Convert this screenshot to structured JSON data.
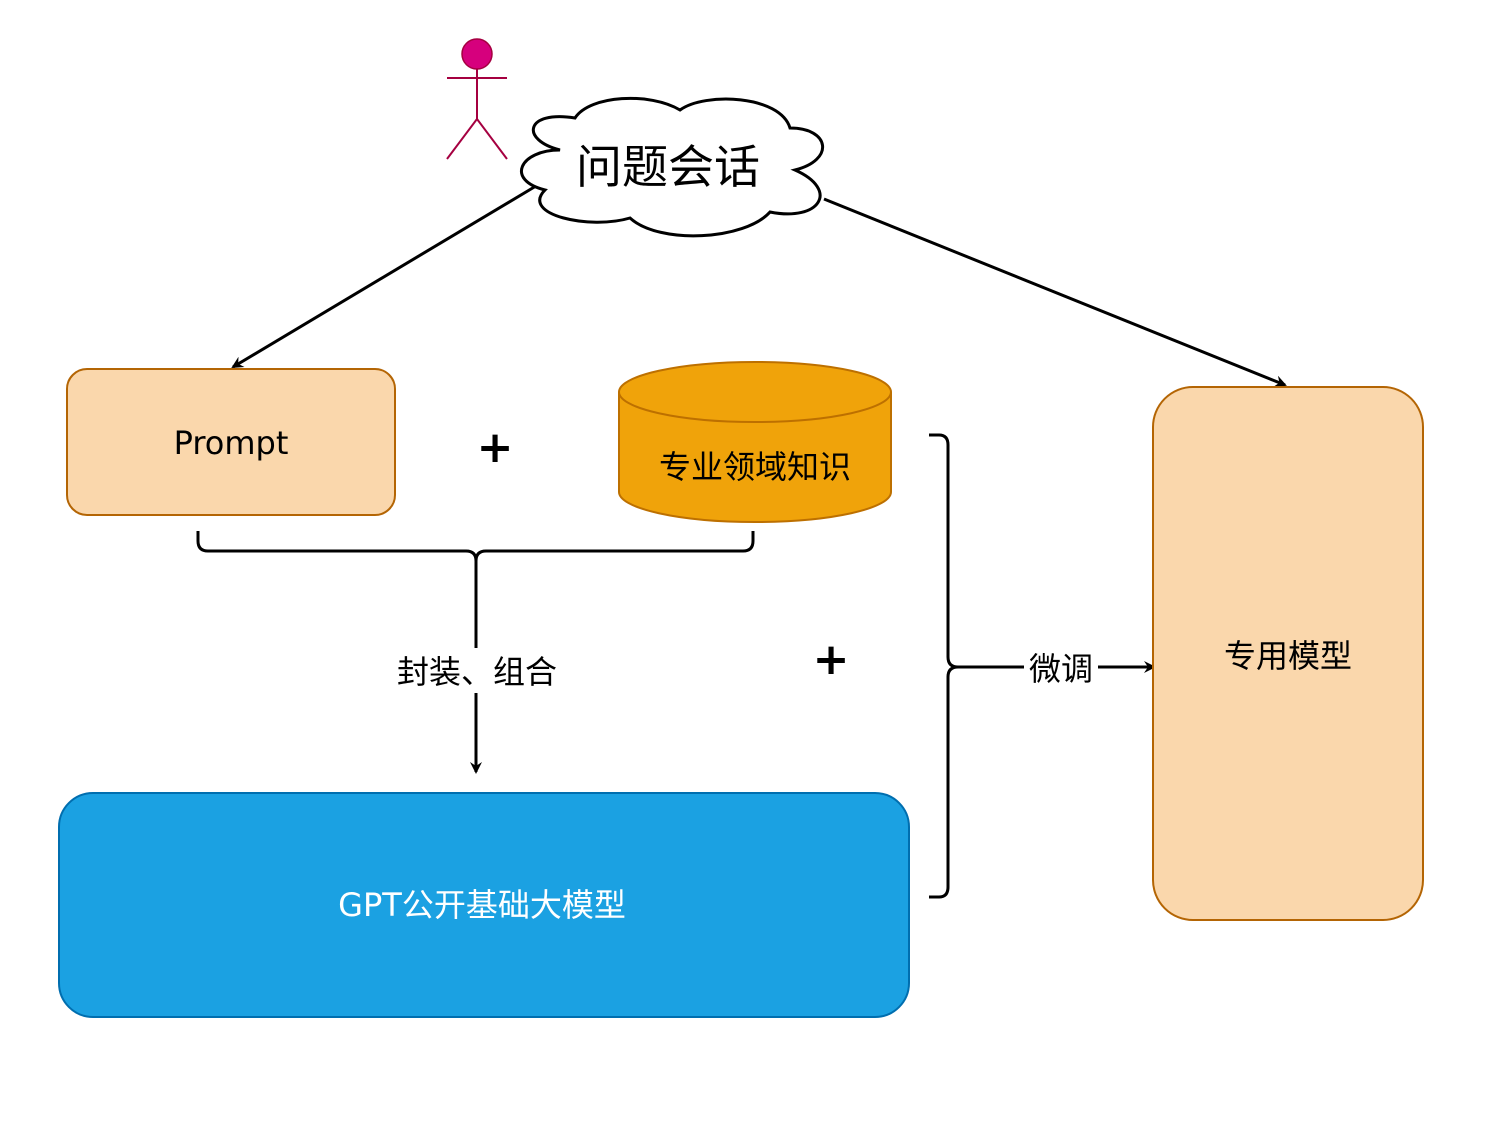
{
  "diagram": {
    "type": "flow",
    "colors": {
      "actor": "#d6007d",
      "actor_stroke": "#a50040",
      "box_fill": "#fad7ac",
      "box_stroke": "#b46504",
      "db_fill": "#f0a30a",
      "db_stroke": "#bd7000",
      "gpt_fill": "#1ba1e2",
      "gpt_stroke": "#006eaf",
      "line": "#000000"
    },
    "nodes": {
      "user": {
        "label": "",
        "kind": "actor"
      },
      "conversation": {
        "label": "问题会话",
        "kind": "cloud"
      },
      "prompt": {
        "label": "Prompt",
        "kind": "rounded-rect"
      },
      "plus1": {
        "label": "+"
      },
      "knowledge": {
        "label": "专业领域知识",
        "kind": "cylinder"
      },
      "combine_label": {
        "label": "封装、组合"
      },
      "plus2": {
        "label": "+"
      },
      "gpt": {
        "label": "GPT公开基础大模型",
        "kind": "rounded-rect"
      },
      "finetune_label": {
        "label": "微调"
      },
      "special": {
        "label": "专用模型",
        "kind": "rounded-rect"
      }
    },
    "edges": [
      {
        "from": "conversation",
        "to": "prompt"
      },
      {
        "from": "conversation",
        "to": "special"
      },
      {
        "from": "prompt+knowledge",
        "to": "gpt",
        "label": "封装、组合"
      },
      {
        "from": "prompt+knowledge+gpt",
        "to": "special",
        "label": "微调"
      }
    ]
  }
}
